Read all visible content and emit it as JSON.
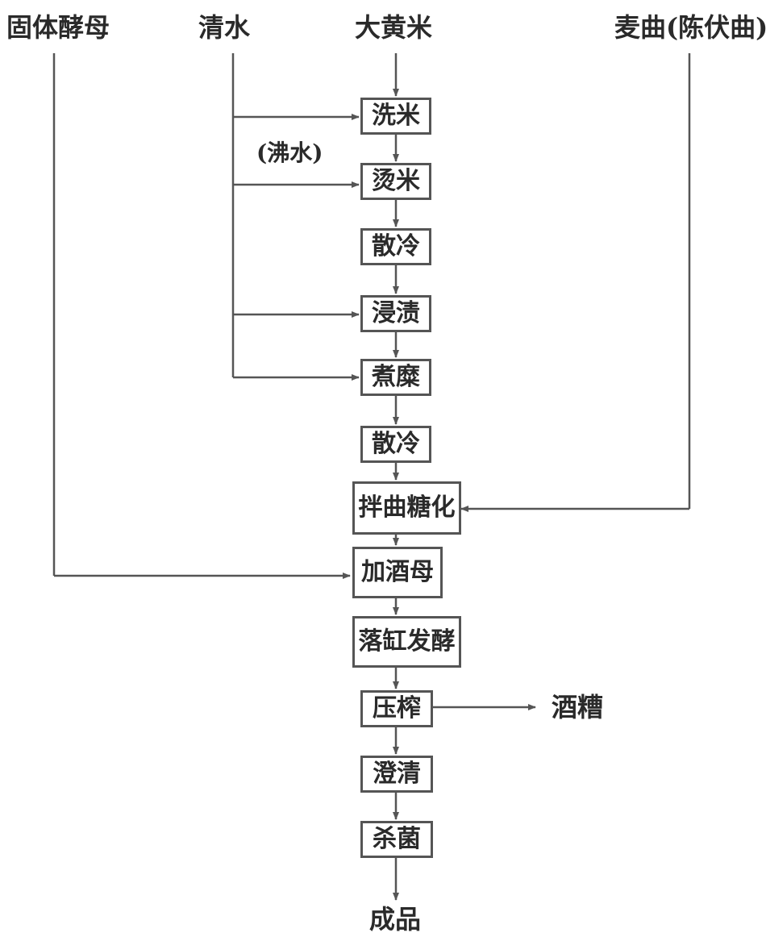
{
  "inputs": {
    "yeast": "固体酵母",
    "water": "清水",
    "rice": "大黄米",
    "qu": "麦曲(陈伏曲)"
  },
  "boiling_water_note": "(沸水)",
  "steps": {
    "wash": "洗米",
    "scald": "烫米",
    "cool1": "散冷",
    "soak": "浸渍",
    "boil": "煮糜",
    "cool2": "散冷",
    "mix": "拌曲糖化",
    "add_yeast": "加酒母",
    "ferment": "落缸发酵",
    "press": "压榨",
    "clarify": "澄清",
    "sterilize": "杀菌"
  },
  "byproduct": "酒糟",
  "product": "成品",
  "colors": {
    "line": "#555555",
    "text": "#2a2a2a"
  }
}
